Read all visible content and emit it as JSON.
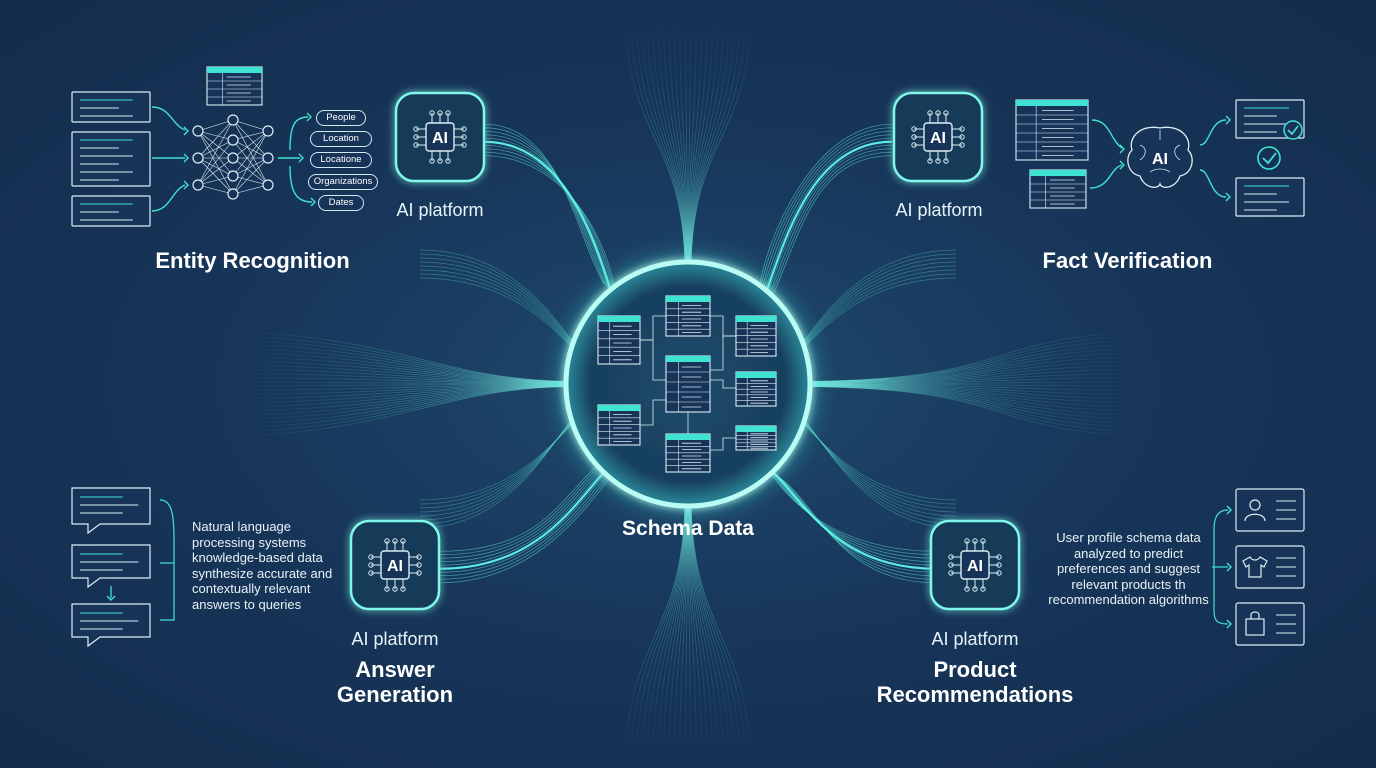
{
  "center": {
    "label": "Schema Data"
  },
  "ai_chip_text": "AI",
  "entity_recognition": {
    "title": "Entity Recognition",
    "platform": "AI platform",
    "tags": [
      "People",
      "Location",
      "Locatione",
      "Organizations",
      "Dates"
    ]
  },
  "fact_verification": {
    "title": "Fact Verification",
    "platform": "AI platform"
  },
  "answer_generation": {
    "title_line1": "Answer",
    "title_line2": "Generation",
    "platform": "AI platform",
    "description": "Natural language\nprocessing systems\nknowledge-based data\nsynthesize accurate and\ncontextually relevant\nanswers to queries"
  },
  "product_recommendations": {
    "title_line1": "Product",
    "title_line2": "Recommendations",
    "platform": "AI platform",
    "description": "User profile schema data\nanalyzed to predict\npreferences and suggest\nrelevant products th\nrecommendation algorithms"
  },
  "colors": {
    "background": "#173358",
    "accent": "#3fe3d2",
    "glow": "#5ff5e6",
    "line": "#d9eef3"
  },
  "icons": [
    "ai-chip-icon",
    "neural-network-icon",
    "brain-ai-icon",
    "checkmark-icon",
    "user-icon",
    "tshirt-icon",
    "shopping-bag-icon",
    "database-table-icon",
    "chat-bubble-icon",
    "document-icon"
  ]
}
